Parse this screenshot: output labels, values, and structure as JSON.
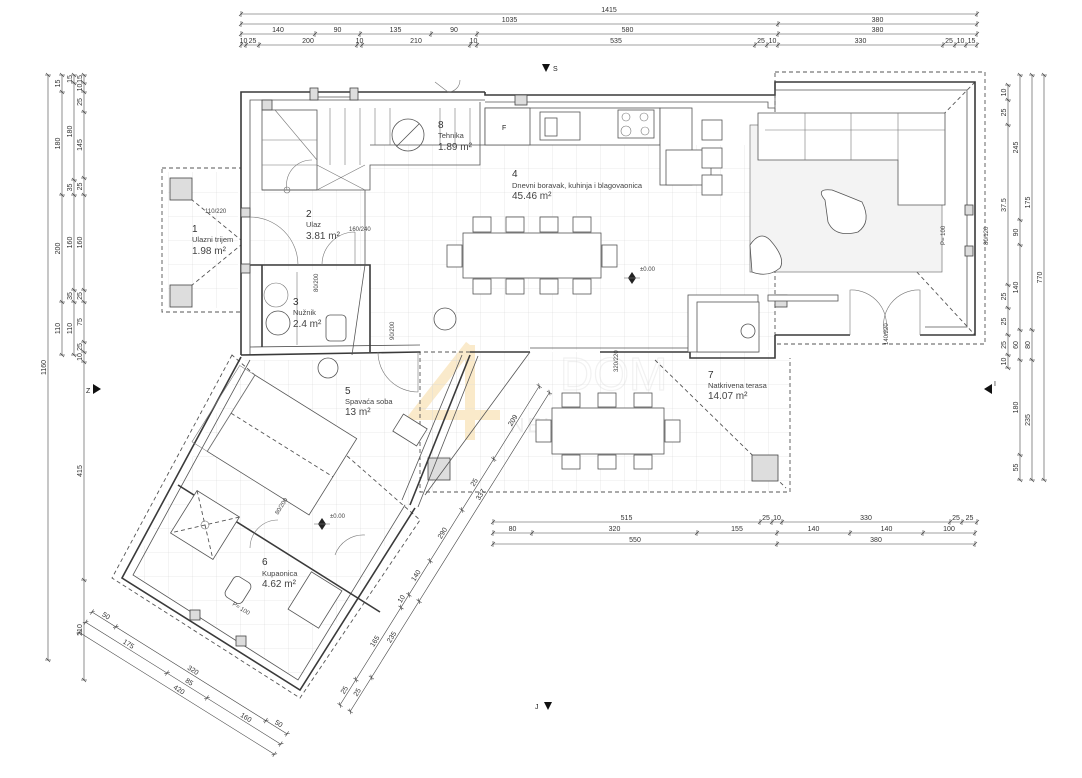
{
  "rooms": [
    {
      "number": "1",
      "name": "Ulazni trijem",
      "area": "1.98 m²"
    },
    {
      "number": "2",
      "name": "Ulaz",
      "area": "3.81 m²"
    },
    {
      "number": "3",
      "name": "Nužnik",
      "area": "2.4 m²"
    },
    {
      "number": "4",
      "name": "Dnevni boravak, kuhinja i blagovaonica",
      "area": "45.46 m²"
    },
    {
      "number": "5",
      "name": "Spavaća soba",
      "area": "13 m²"
    },
    {
      "number": "6",
      "name": "Kupaonica",
      "area": "4.62 m²"
    },
    {
      "number": "7",
      "name": "Natkrivena terasa",
      "area": "14.07 m²"
    },
    {
      "number": "8",
      "name": "Tehnika",
      "area": "1.89 m²"
    }
  ],
  "section_markers": {
    "north": "S",
    "south": "J",
    "west": "Z",
    "east": "I"
  },
  "level_marks": [
    "±0.00",
    "±0.00"
  ],
  "fixtures": {
    "fridge": "F"
  },
  "openings": {
    "entry_door": "160/240",
    "porch": "110/220",
    "wc_door": "80/200",
    "hall_door": "90/200",
    "living_window": "P= 100",
    "east_window": "80/120",
    "living_door": "140/220",
    "terrace_door": "320/220",
    "bath_door": "80/200",
    "bath_window": "P= 100"
  },
  "watermark": {
    "logo_text": "4 DOM NEKRETNINE"
  },
  "dimensions": {
    "top": [
      [
        "1415"
      ],
      [
        "1035",
        "380"
      ],
      [
        "140",
        "90",
        "135",
        "90",
        "580",
        "380"
      ],
      [
        "10",
        "25",
        "200",
        "10",
        "210",
        "10",
        "535",
        "25",
        "10",
        "330",
        "25",
        "10",
        "15"
      ]
    ],
    "left": [
      [
        "1160"
      ],
      [
        "15",
        "180",
        "200",
        "110"
      ],
      [
        "15",
        "180",
        "35",
        "160",
        "35",
        "110"
      ],
      [
        "15",
        "10",
        "25",
        "145",
        "25",
        "160",
        "25",
        "75",
        "25",
        "10",
        "415",
        "210"
      ]
    ],
    "right": [
      [
        "10",
        "25",
        "37.5",
        "25",
        "25",
        "25",
        "10"
      ],
      [
        "245",
        "90",
        "140",
        "60",
        "180",
        "55"
      ],
      [
        "175",
        "80",
        "235"
      ],
      [
        "770"
      ]
    ],
    "bottom_terrace": [
      [
        "515",
        "25",
        "10",
        "330",
        "25",
        "25"
      ],
      [
        "80",
        "320",
        "155",
        "140",
        "140",
        "100"
      ],
      [
        "550",
        "380"
      ]
    ],
    "wing_bottom": [
      [
        "50",
        "320",
        "50"
      ],
      [
        "175",
        "85",
        "160"
      ],
      [
        "420"
      ]
    ],
    "wing_side": [
      [
        "25",
        "165",
        "10",
        "140",
        "290",
        "25",
        "209"
      ],
      [
        "25",
        "235",
        "337"
      ]
    ]
  }
}
